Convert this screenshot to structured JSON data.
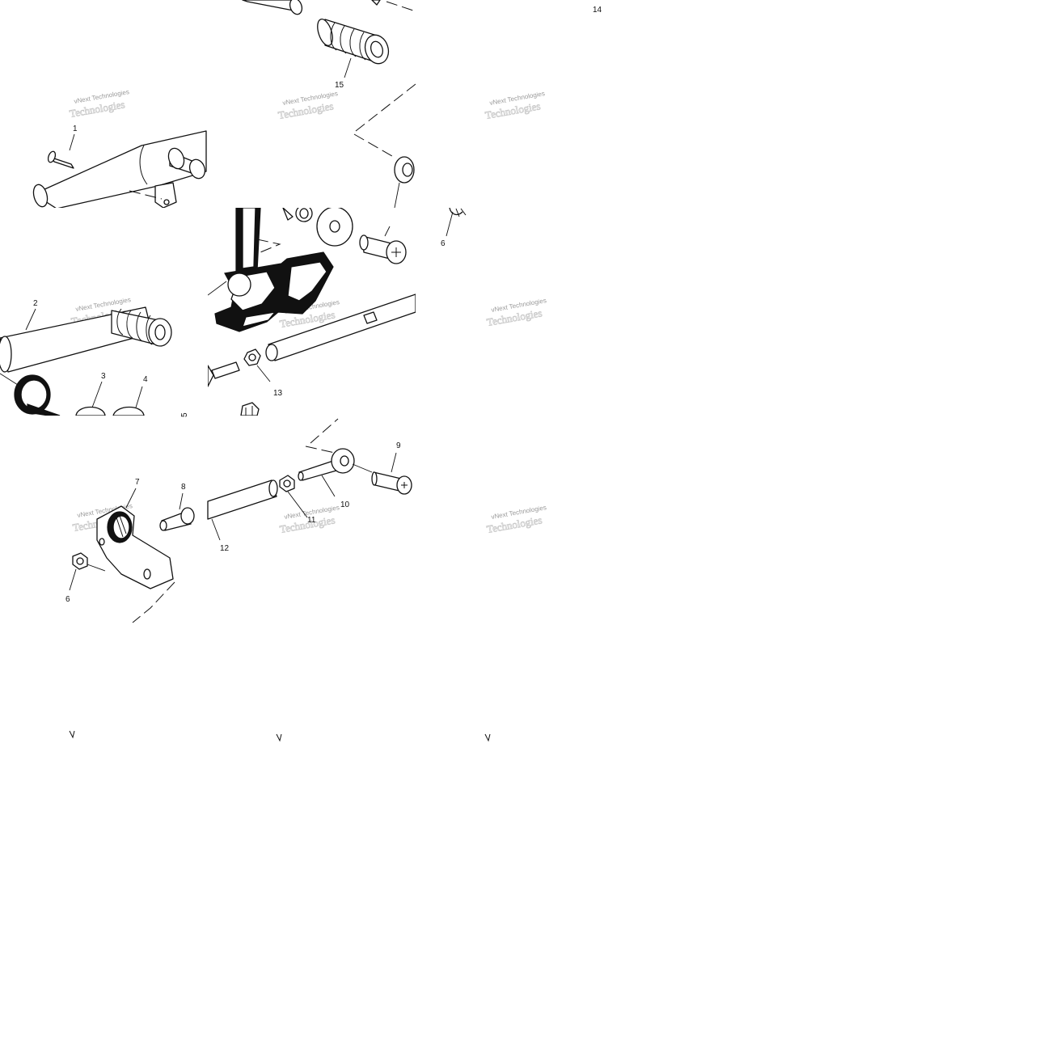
{
  "diagram": {
    "callouts": [
      {
        "id": "1",
        "label": "1"
      },
      {
        "id": "2",
        "label": "2"
      },
      {
        "id": "3",
        "label": "3"
      },
      {
        "id": "4",
        "label": "4"
      },
      {
        "id": "5",
        "label": "5"
      },
      {
        "id": "6a",
        "label": "6"
      },
      {
        "id": "6b",
        "label": "6"
      },
      {
        "id": "7",
        "label": "7"
      },
      {
        "id": "8",
        "label": "8"
      },
      {
        "id": "9",
        "label": "9"
      },
      {
        "id": "10",
        "label": "10"
      },
      {
        "id": "11",
        "label": "11"
      },
      {
        "id": "12",
        "label": "12"
      },
      {
        "id": "13",
        "label": "13"
      },
      {
        "id": "14",
        "label": "14"
      },
      {
        "id": "15",
        "label": "15"
      }
    ],
    "watermark": {
      "line1": "vNext Technologies",
      "line2": "Technologies"
    }
  }
}
